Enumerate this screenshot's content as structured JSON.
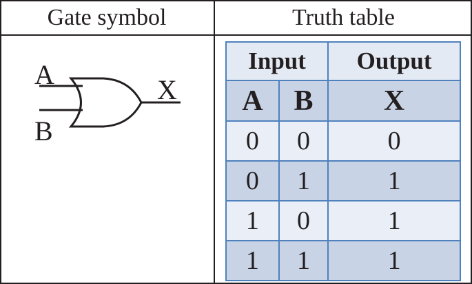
{
  "headers": {
    "gate": "Gate symbol",
    "truth": "Truth table"
  },
  "gate": {
    "input_a": "A",
    "input_b": "B",
    "output": "X",
    "type": "or-gate-icon"
  },
  "truth_table": {
    "group_input": "Input",
    "group_output": "Output",
    "columns": [
      "A",
      "B",
      "X"
    ],
    "rows": [
      [
        "0",
        "0",
        "0"
      ],
      [
        "0",
        "1",
        "1"
      ],
      [
        "1",
        "0",
        "1"
      ],
      [
        "1",
        "1",
        "1"
      ]
    ]
  },
  "colors": {
    "border": "#4f81bd",
    "cell_light": "#e9eef7",
    "cell_dark": "#c8d3e6",
    "ink": "#231f20"
  }
}
